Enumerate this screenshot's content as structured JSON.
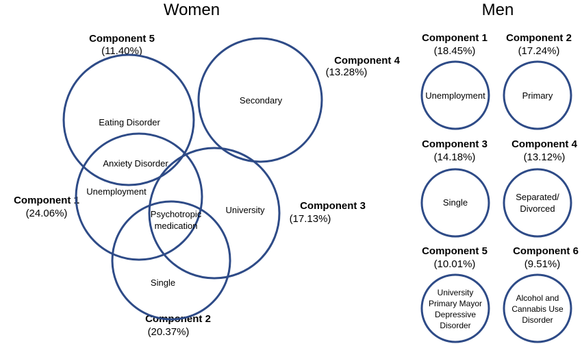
{
  "women": {
    "title": "Women",
    "components": [
      {
        "name": "Component 1",
        "pct": "(24.06%)"
      },
      {
        "name": "Component 2",
        "pct": "(20.37%)"
      },
      {
        "name": "Component 3",
        "pct": "(17.13%)"
      },
      {
        "name": "Component 4",
        "pct": "(13.28%)"
      },
      {
        "name": "Component 5",
        "pct": "(11.40%)"
      }
    ],
    "labels": {
      "eating_disorder": "Eating Disorder",
      "anxiety_disorder": "Anxiety Disorder",
      "unemployment": "Unemployment",
      "psychotropic_line1": "Psychotropic",
      "psychotropic_line2": "medication",
      "university": "University",
      "single": "Single",
      "secondary": "Secondary"
    }
  },
  "men": {
    "title": "Men",
    "components": [
      {
        "name": "Component 1",
        "pct": "(18.45%)",
        "lines": [
          "Unemployment"
        ]
      },
      {
        "name": "Component 2",
        "pct": "(17.24%)",
        "lines": [
          "Primary"
        ]
      },
      {
        "name": "Component 3",
        "pct": "(14.18%)",
        "lines": [
          "Single"
        ]
      },
      {
        "name": "Component 4",
        "pct": "(13.12%)",
        "lines": [
          "Separated/",
          "Divorced"
        ]
      },
      {
        "name": "Component 5",
        "pct": "(10.01%)",
        "lines": [
          "University",
          "Primary Mayor",
          "Depressive",
          "Disorder"
        ]
      },
      {
        "name": "Component 6",
        "pct": "(9.51%)",
        "lines": [
          "Alcohol and",
          "Cannabis Use",
          "Disorder"
        ]
      }
    ]
  },
  "colors": {
    "ring": "#2e4b87",
    "text": "#000000",
    "background": "#ffffff"
  }
}
